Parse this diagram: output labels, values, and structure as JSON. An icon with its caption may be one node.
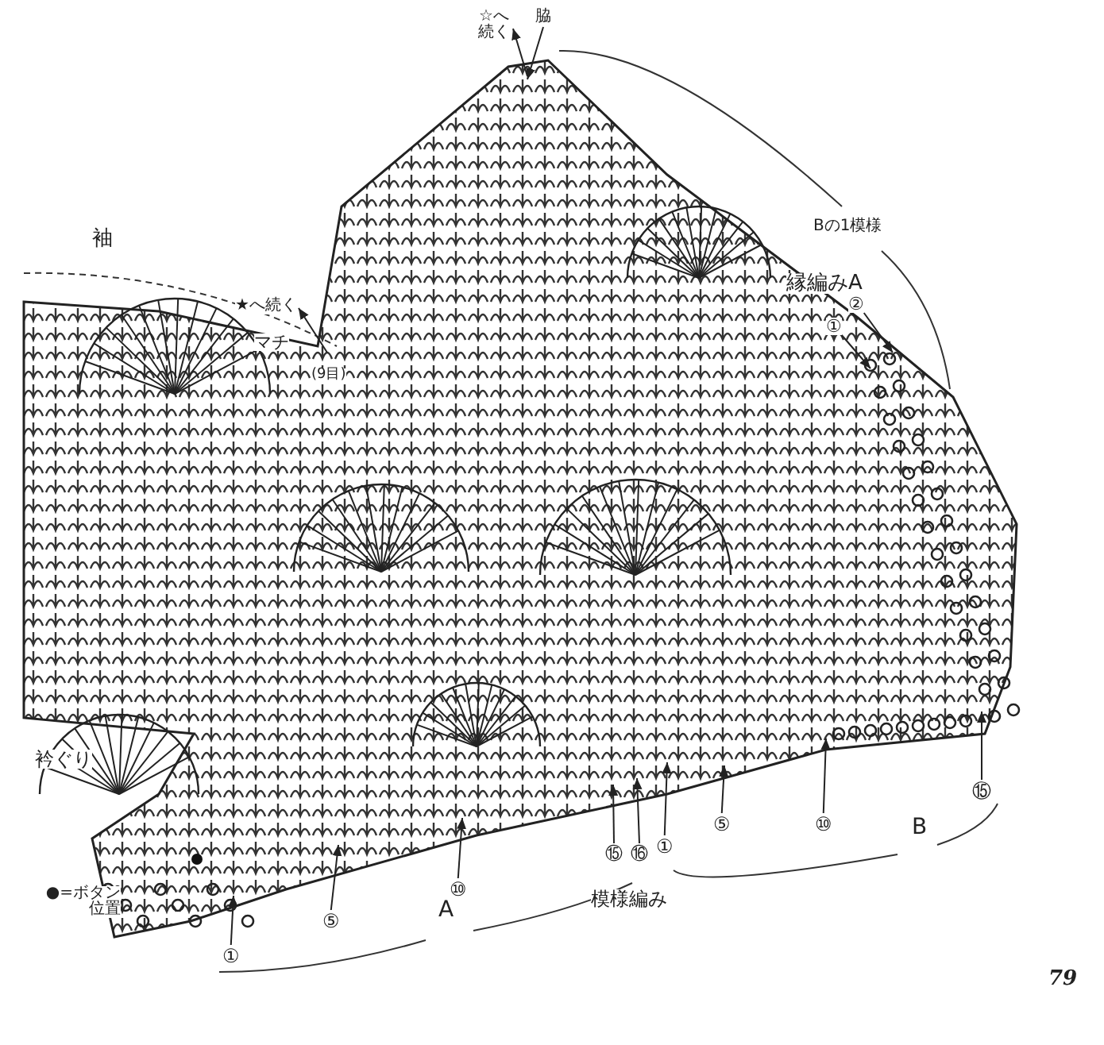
{
  "diagram": {
    "nodes": [
      {
        "text": [
          "☆へ続く"
        ]
      },
      {
        "text": [
          "脇"
        ]
      },
      {
        "text": [
          "★へ続く"
        ]
      },
      {
        "text": [
          "①"
        ]
      },
      {
        "text": [
          "②"
        ]
      },
      {
        "text": [
          "①"
        ]
      },
      {
        "text": [
          "⑤"
        ]
      },
      {
        "text": [
          "⑩"
        ]
      },
      {
        "text": [
          "⑮"
        ]
      },
      {
        "text": [
          "⑯"
        ]
      },
      {
        "text": [
          "①"
        ]
      },
      {
        "text": [
          "⑤"
        ]
      },
      {
        "text": [
          "⑩"
        ]
      },
      {
        "text": [
          "⑮"
        ]
      }
    ],
    "edges": [
      {
        "from": null,
        "to": 0,
        "arrow": "to"
      },
      {
        "from": 1,
        "to": null,
        "arrow": "to"
      },
      {
        "from": null,
        "to": 2,
        "arrow": "to"
      },
      {
        "from": 3,
        "to": null,
        "arrow": "to"
      },
      {
        "from": 4,
        "to": null,
        "arrow": "to"
      },
      {
        "from": 5,
        "to": null,
        "arrow": "to"
      },
      {
        "from": 6,
        "to": null,
        "arrow": "to"
      },
      {
        "from": 7,
        "to": null,
        "arrow": "to"
      },
      {
        "from": 8,
        "to": null,
        "arrow": "to"
      },
      {
        "from": 9,
        "to": null,
        "arrow": "to"
      },
      {
        "from": 10,
        "to": null,
        "arrow": "to"
      },
      {
        "from": 11,
        "to": null,
        "arrow": "to"
      },
      {
        "from": 12,
        "to": null,
        "arrow": "to"
      },
      {
        "from": 13,
        "to": null,
        "arrow": "to"
      }
    ],
    "labels": [
      "袖",
      "マチ",
      "(9目)",
      "Bの1模様",
      "縁編みA",
      "衿ぐり",
      "●=ボタン位置",
      "A",
      "B",
      "模様編み",
      "79"
    ]
  }
}
